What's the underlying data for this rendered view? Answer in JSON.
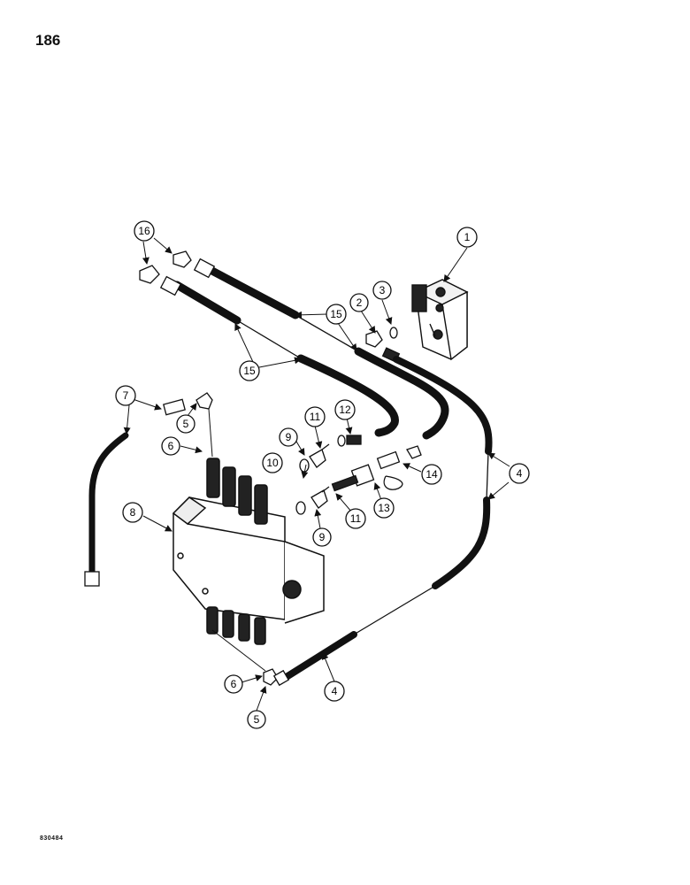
{
  "page": {
    "number": "186",
    "figure_code": "830484"
  },
  "callouts": [
    {
      "id": "c1",
      "label": "1"
    },
    {
      "id": "c2",
      "label": "2"
    },
    {
      "id": "c3",
      "label": "3"
    },
    {
      "id": "c4a",
      "label": "4"
    },
    {
      "id": "c4b",
      "label": "4"
    },
    {
      "id": "c5a",
      "label": "5"
    },
    {
      "id": "c5b",
      "label": "5"
    },
    {
      "id": "c6a",
      "label": "6"
    },
    {
      "id": "c6b",
      "label": "6"
    },
    {
      "id": "c7",
      "label": "7"
    },
    {
      "id": "c8",
      "label": "8"
    },
    {
      "id": "c9a",
      "label": "9"
    },
    {
      "id": "c9b",
      "label": "9"
    },
    {
      "id": "c10",
      "label": "10"
    },
    {
      "id": "c11a",
      "label": "11"
    },
    {
      "id": "c11b",
      "label": "11"
    },
    {
      "id": "c12",
      "label": "12"
    },
    {
      "id": "c13",
      "label": "13"
    },
    {
      "id": "c14",
      "label": "14"
    },
    {
      "id": "c15a",
      "label": "15"
    },
    {
      "id": "c15b",
      "label": "15"
    },
    {
      "id": "c16",
      "label": "16"
    }
  ]
}
